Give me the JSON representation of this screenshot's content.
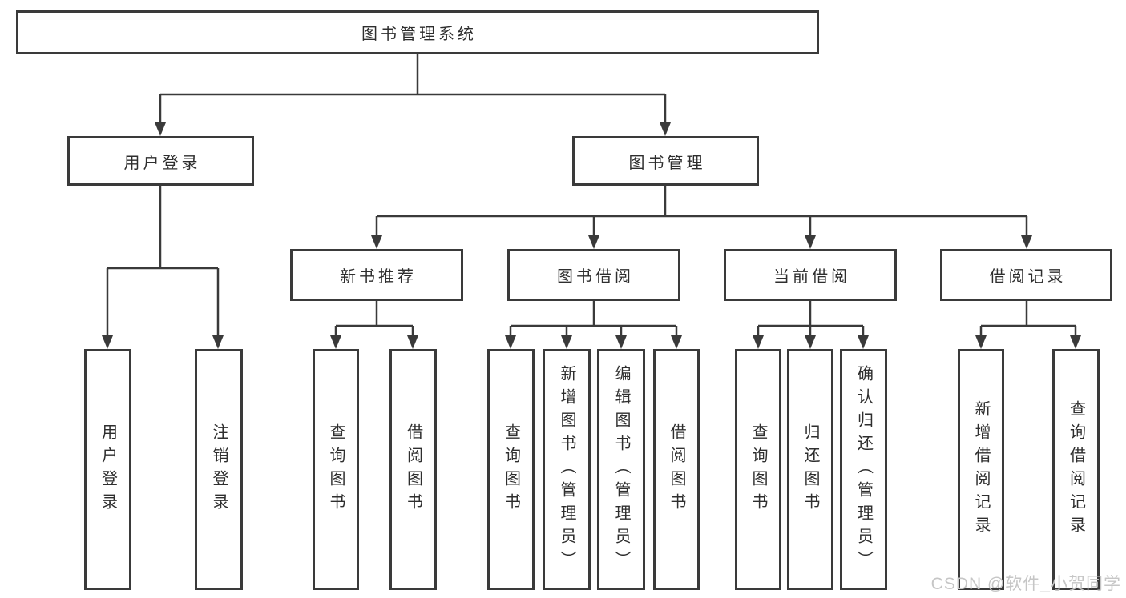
{
  "colors": {
    "line": "#3a3a3a",
    "border": "#3a3a3a",
    "text": "#2e2e2e",
    "watermark": "#c6c6c6",
    "background": "#ffffff"
  },
  "tree": {
    "root": "图书管理系统",
    "branches": [
      {
        "label": "用户登录",
        "children": [
          {
            "label": "用户登录"
          },
          {
            "label": "注销登录"
          }
        ]
      },
      {
        "label": "图书管理",
        "children": [
          {
            "label": "新书推荐",
            "children": [
              {
                "label": "查询图书"
              },
              {
                "label": "借阅图书"
              }
            ]
          },
          {
            "label": "图书借阅",
            "children": [
              {
                "label": "查询图书"
              },
              {
                "label": "新增图书（管理员）"
              },
              {
                "label": "编辑图书（管理员）"
              },
              {
                "label": "借阅图书"
              }
            ]
          },
          {
            "label": "当前借阅",
            "children": [
              {
                "label": "查询图书"
              },
              {
                "label": "归还图书"
              },
              {
                "label": "确认归还（管理员）"
              }
            ]
          },
          {
            "label": "借阅记录",
            "children": [
              {
                "label": "新增借阅记录"
              },
              {
                "label": "查询借阅记录"
              }
            ]
          }
        ]
      }
    ]
  },
  "watermark": "CSDN @软件_小贺同学"
}
